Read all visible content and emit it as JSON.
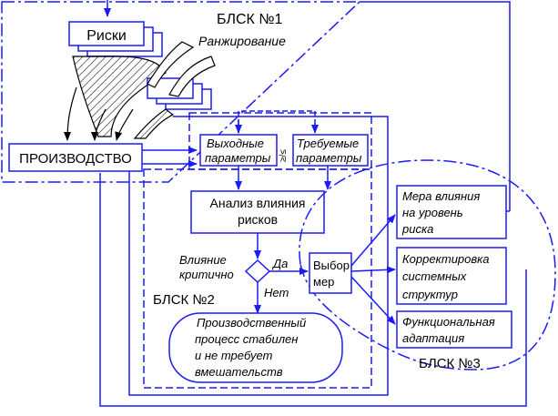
{
  "colors": {
    "line": "#1a1aff",
    "text": "#000000",
    "background": "#ffffff"
  },
  "zones": {
    "blsk1": "БЛСК №1",
    "blsk2": "БЛСК №2",
    "blsk3": "БЛСК №3"
  },
  "boxes": {
    "risks": "Риски",
    "production": "ПРОИЗВОДСТВО",
    "output_line1": "Выходные",
    "output_line2": "параметры",
    "required_line1": "Требуемые",
    "required_line2": "параметры",
    "analysis_line1": "Анализ влияния",
    "analysis_line2": "рисков",
    "choice_line1": "Выбор",
    "choice_line2": "мер",
    "measure_line1": "Мера влияния",
    "measure_line2": "на уровень",
    "measure_line3": "риска",
    "correction_line1": "Корректировка",
    "correction_line2": "системных",
    "correction_line3": "структур",
    "functional_line1": "Функциональная",
    "functional_line2": "адаптация",
    "stable_line1": "Производственный",
    "stable_line2": "процесс стабилен",
    "stable_line3": "и не требует",
    "stable_line4": "вмешательств"
  },
  "labels": {
    "ranking": "Ранжирование",
    "influence_line1": "Влияние",
    "influence_line2": "критично",
    "yes": "Да",
    "no": "Нет",
    "compare": "≥/≤"
  }
}
